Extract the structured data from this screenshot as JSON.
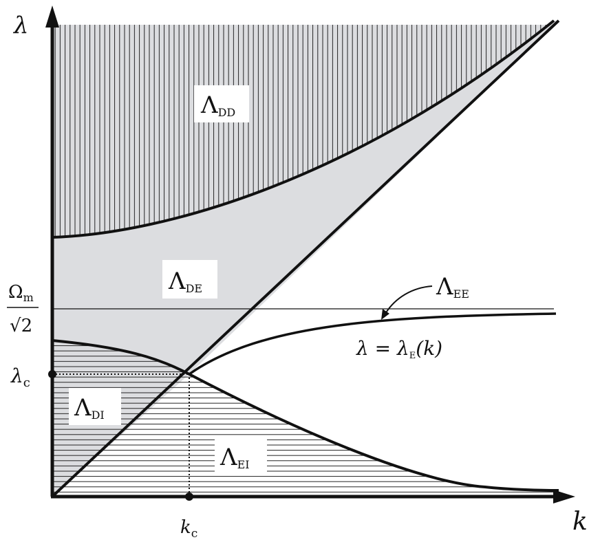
{
  "axes": {
    "y_symbol": "λ",
    "x_symbol": "k"
  },
  "ticks": {
    "kc_main": "k",
    "kc_sub": "c",
    "lambda_c_main": "λ",
    "lambda_c_sub": "c",
    "omega_num_main": "Ω",
    "omega_num_sub": "m",
    "omega_den": "√2"
  },
  "regions": {
    "DD": {
      "main": "Λ",
      "sub": "DD"
    },
    "DE": {
      "main": "Λ",
      "sub": "DE"
    },
    "EE": {
      "main": "Λ",
      "sub": "EE"
    },
    "DI": {
      "main": "Λ",
      "sub": "DI"
    },
    "EI": {
      "main": "Λ",
      "sub": "EI"
    }
  },
  "curve_label": {
    "lhs": "λ",
    "eq": " = ",
    "rhs_main": "λ",
    "rhs_sub": "E",
    "arg": "(k)"
  },
  "colors": {
    "fill_grey": "#dcdde0",
    "line": "#111111"
  }
}
